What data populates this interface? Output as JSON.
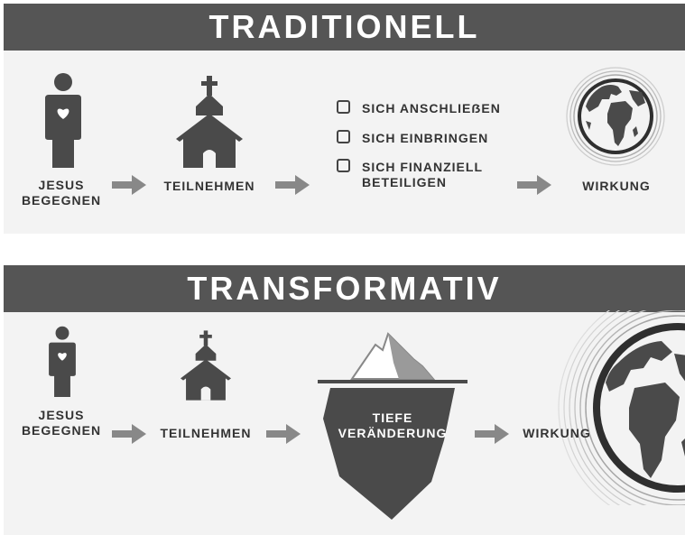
{
  "colors": {
    "banner": "#555555",
    "panel": "#f3f3f3",
    "icon": "#4a4a4a",
    "arrow": "#888888",
    "text": "#333333"
  },
  "traditional": {
    "title": "TRADITIONELL",
    "steps": {
      "meet": "JESUS\nBEGEGNEN",
      "attend": "TEILNEHMEN",
      "impact": "WIRKUNG"
    },
    "checklist": [
      {
        "label": "SICH ANSCHLIEẞEN",
        "icon": "checkbox-empty"
      },
      {
        "label": "SICH EINBRINGEN",
        "icon": "checkbox-empty"
      },
      {
        "label": "SICH FINANZIELL\nBETEILIGEN",
        "icon": "checkbox-empty"
      }
    ]
  },
  "transformative": {
    "title": "TRANSFORMATIV",
    "steps": {
      "meet": "JESUS\nBEGEGNEN",
      "attend": "TEILNEHMEN",
      "change": "TIEFE\nVERÄNDERUNG",
      "impact": "WIRKUNG"
    }
  },
  "icons": [
    "person-heart-icon",
    "church-icon",
    "arrow-right-icon",
    "globe-icon",
    "iceberg-icon",
    "checkbox-icon"
  ]
}
